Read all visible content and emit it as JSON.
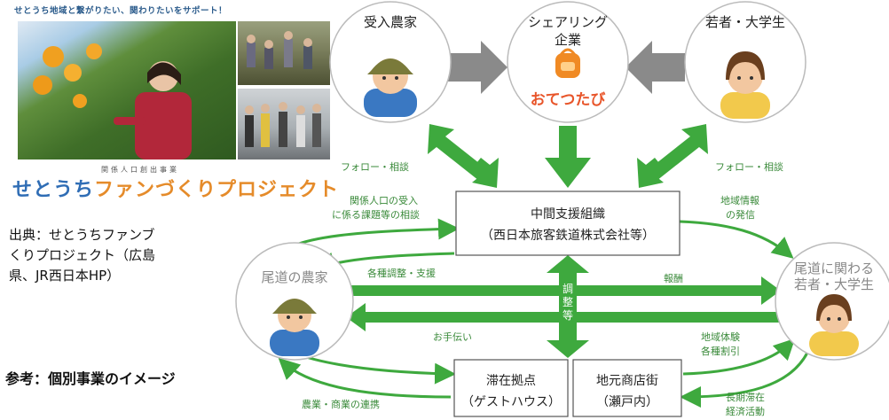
{
  "promo": {
    "tagline": "せとうち地域と繋がりたい、関わりたいをサポート！",
    "subtitle": "関係人口創出事業",
    "logo_part1": "せとうち",
    "logo_part2": "ファンづくりプロジェクト"
  },
  "source_note": "出典：せとうちファンブ\nくりプロジェクト（広島\n県、JR西日本HP）",
  "reference_title": "参考：個別事業のイメージ",
  "diagram": {
    "host_farmer": "受入農家",
    "sharing_company_line1": "シェアリング",
    "sharing_company_line2": "企業",
    "otetsutabi": "おてつたび",
    "youth_top": "若者・大学生",
    "center_line1": "中間支援組織",
    "center_line2": "（西日本旅客鉄道株式会社等）",
    "onomichi_farmer": "尾道の農家",
    "onomichi_youth_line1": "尾道に関わる",
    "onomichi_youth_line2": "若者・大学生",
    "stay_base_line1": "滞在拠点",
    "stay_base_line2": "（ゲストハウス）",
    "local_shops_line1": "地元商店街",
    "local_shops_line2": "（瀬戸内）",
    "follow_left": "フォロー・相談",
    "follow_right": "フォロー・相談",
    "consult_line1": "関係人口の受入",
    "consult_line2": "に係る課題等の相談",
    "info_line1": "地域情報",
    "info_line2": "の発信",
    "coordination": "各種調整・支援",
    "reward": "報酬",
    "adjust_vertical": "調整等",
    "help": "お手伝い",
    "experience_line1": "地域体験",
    "experience_line2": "各種割引",
    "agri_commerce": "農業・商業の連携",
    "long_stay_line1": "長期滞在",
    "long_stay_line2": "経済活動"
  },
  "colors": {
    "green_arrow": "#3ea93e",
    "grey_arrow": "#8a8a8a",
    "label_green": "#3a8a3a",
    "logo_blue": "#2f6db5",
    "logo_orange": "#e58b2a"
  }
}
